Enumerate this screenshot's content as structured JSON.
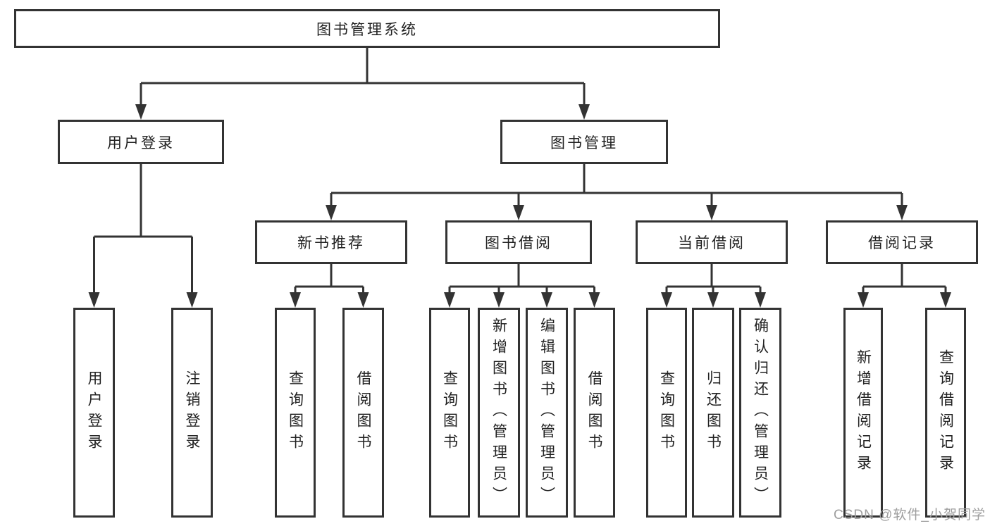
{
  "nodes": {
    "root": "图书管理系统",
    "user_login": "用户登录",
    "book_management": "图书管理",
    "new_book_recommend": "新书推荐",
    "book_borrow": "图书借阅",
    "current_borrow": "当前借阅",
    "borrow_records": "借阅记录",
    "leaf_user_login": "用户登录",
    "leaf_logout": "注销登录",
    "leaf_query_books_recommend": "查询图书",
    "leaf_borrow_books_recommend": "借阅图书",
    "leaf_query_books_borrow": "查询图书",
    "leaf_add_books_admin": "新增图书（管理员）",
    "leaf_edit_books_admin": "编辑图书（管理员）",
    "leaf_borrow_books_borrow": "借阅图书",
    "leaf_query_books_current": "查询图书",
    "leaf_return_books": "归还图书",
    "leaf_confirm_return_admin": "确认归还（管理员）",
    "leaf_add_borrow_record": "新增借阅记录",
    "leaf_query_borrow_record": "查询借阅记录"
  },
  "watermark": "CSDN @软件_小贺同学",
  "colors": {
    "line": "#333333",
    "text": "#222222",
    "watermark": "#9e9e9e",
    "background": "#ffffff"
  }
}
